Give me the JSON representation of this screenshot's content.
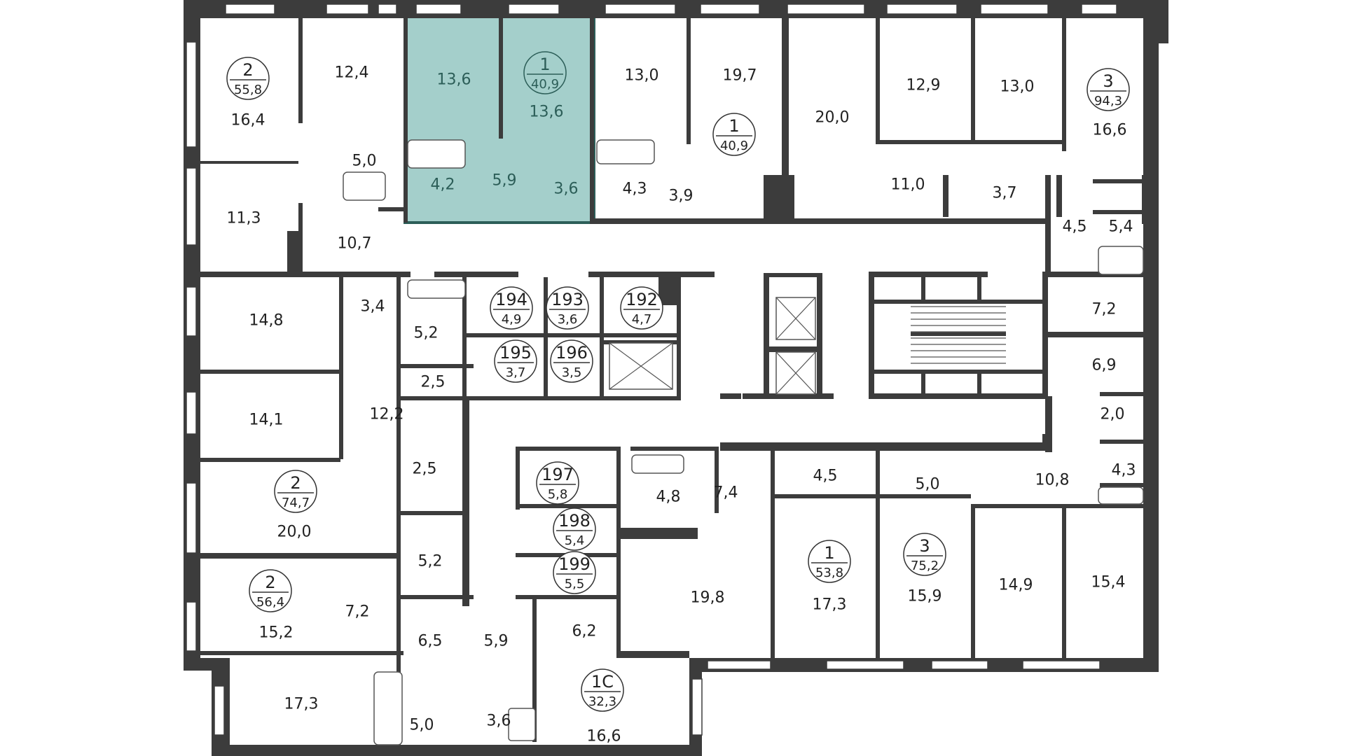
{
  "colors": {
    "wall": "#3c3c3c",
    "highlight_fill": "#a4cfcb",
    "highlight_text": "#2c5e58",
    "background": "#ffffff"
  },
  "apartments": [
    {
      "id": "apt-2-55.8",
      "rooms": "2",
      "area": "55,8"
    },
    {
      "id": "apt-1-40.9-selected",
      "rooms": "1",
      "area": "40,9",
      "highlighted": true
    },
    {
      "id": "apt-1-40.9",
      "rooms": "1",
      "area": "40,9"
    },
    {
      "id": "apt-3-94.3",
      "rooms": "3",
      "area": "94,3"
    },
    {
      "id": "apt-2-74.7",
      "rooms": "2",
      "area": "74,7"
    },
    {
      "id": "apt-2-56.4",
      "rooms": "2",
      "area": "56,4"
    },
    {
      "id": "apt-1-53.8",
      "rooms": "1",
      "area": "53,8"
    },
    {
      "id": "apt-3-75.2",
      "rooms": "3",
      "area": "75,2"
    },
    {
      "id": "apt-1C-32.3",
      "rooms": "1С",
      "area": "32,3"
    }
  ],
  "storage_units": [
    {
      "number": "194",
      "area": "4,9"
    },
    {
      "number": "193",
      "area": "3,6"
    },
    {
      "number": "192",
      "area": "4,7"
    },
    {
      "number": "195",
      "area": "3,7"
    },
    {
      "number": "196",
      "area": "3,5"
    },
    {
      "number": "197",
      "area": "5,8"
    },
    {
      "number": "198",
      "area": "5,4"
    },
    {
      "number": "199",
      "area": "5,5"
    }
  ],
  "room_areas": [
    "16,4",
    "12,4",
    "11,3",
    "5,0",
    "10,7",
    "13,6",
    "13,6",
    "4,2",
    "5,9",
    "3,6",
    "13,0",
    "4,3",
    "3,9",
    "19,7",
    "20,0",
    "12,9",
    "13,0",
    "11,0",
    "3,7",
    "16,6",
    "4,5",
    "5,4",
    "7,2",
    "6,9",
    "2,0",
    "4,3",
    "10,8",
    "14,8",
    "3,4",
    "5,2",
    "2,5",
    "14,1",
    "12,2",
    "2,5",
    "20,0",
    "5,2",
    "15,2",
    "7,2",
    "6,5",
    "17,3",
    "5,0",
    "5,9",
    "3,6",
    "6,2",
    "16,6",
    "4,8",
    "7,4",
    "19,8",
    "4,5",
    "17,3",
    "5,0",
    "15,9",
    "14,9",
    "15,4"
  ]
}
